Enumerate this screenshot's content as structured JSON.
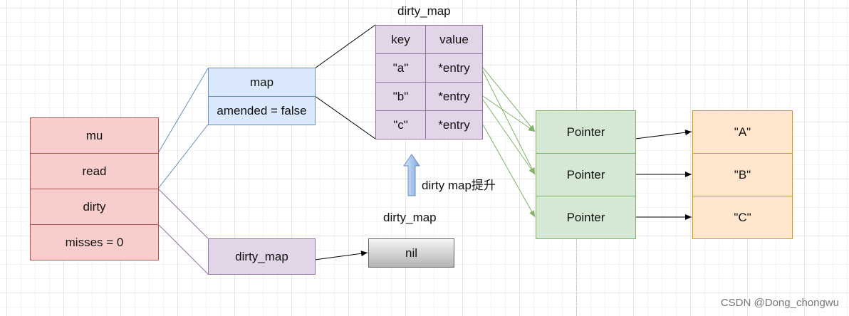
{
  "sync_map": {
    "fields": [
      "mu",
      "read",
      "dirty",
      "misses =  0"
    ]
  },
  "read_only": {
    "map": "map",
    "amended": "amended = false"
  },
  "top_dirty_map": {
    "title": "dirty_map",
    "headers": [
      "key",
      "value"
    ],
    "rows": [
      [
        "\"a\"",
        "*entry"
      ],
      [
        "\"b\"",
        "*entry"
      ],
      [
        "\"c\"",
        "*entry"
      ]
    ]
  },
  "promotion": {
    "label": "dirty map提升",
    "arrow_color": "#7ea6e0"
  },
  "new_dirty": {
    "field_label": "dirty_map",
    "title": "dirty_map",
    "value": "nil"
  },
  "pointers": [
    "Pointer",
    "Pointer",
    "Pointer"
  ],
  "values": [
    "\"A\"",
    "\"B\"",
    "\"C\""
  ],
  "watermark": "CSDN @Dong_chongwu",
  "colors": {
    "red_fill": "#f8cecc",
    "blue_fill": "#dae8fc",
    "purple_fill": "#e1d5e7",
    "green_fill": "#d5e8d4",
    "orange_fill": "#ffe6cc"
  }
}
